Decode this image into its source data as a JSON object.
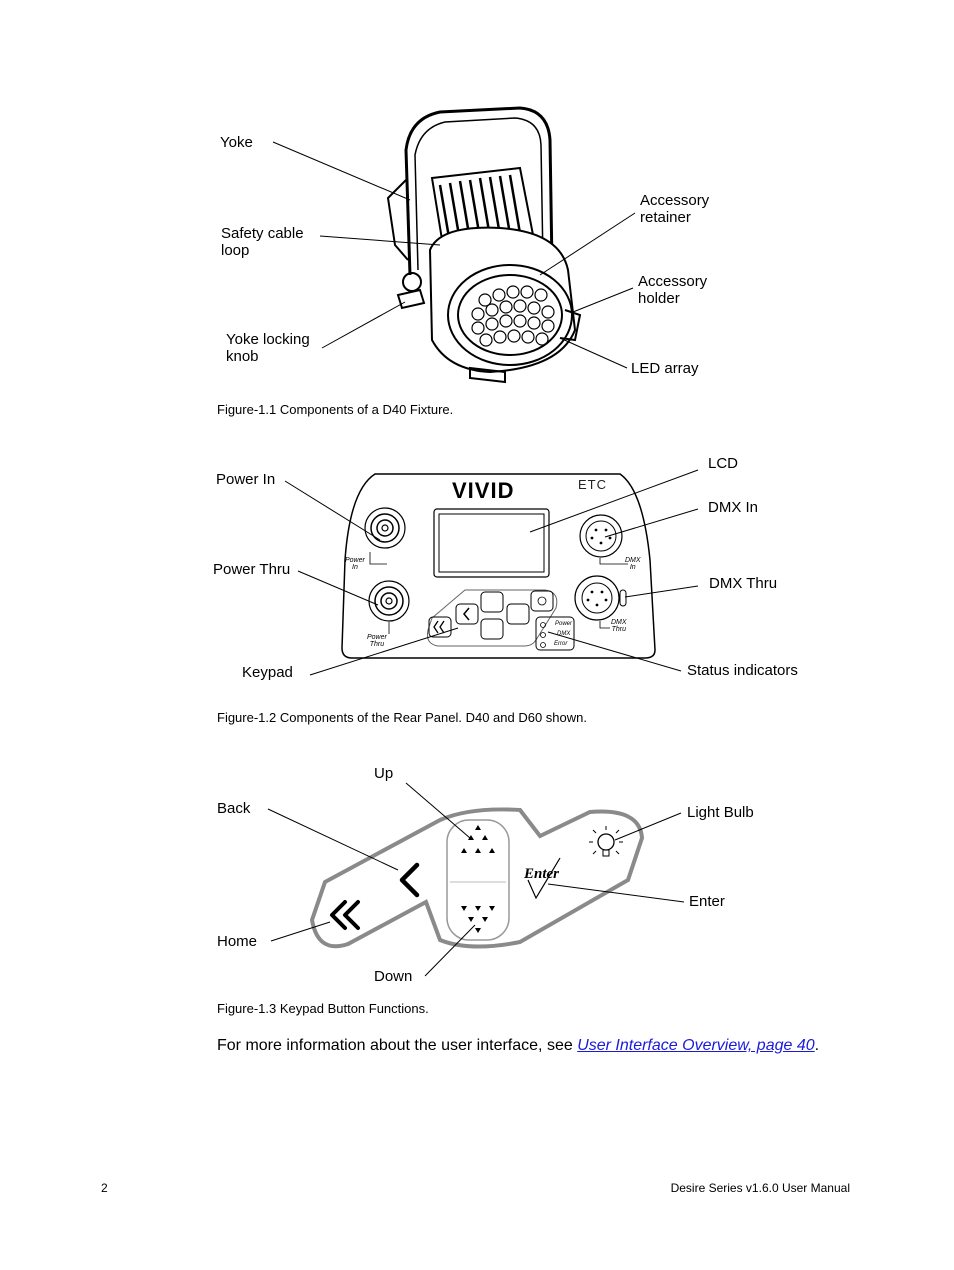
{
  "figure1": {
    "labels": {
      "yoke": "Yoke",
      "safety_cable_loop": "Safety cable\nloop",
      "yoke_locking_knob": "Yoke locking\nknob",
      "accessory_retainer": "Accessory\nretainer",
      "accessory_holder": "Accessory\nholder",
      "led_array": "LED array"
    },
    "caption": "Figure-1.1 Components of a D40 Fixture."
  },
  "figure2": {
    "labels": {
      "power_in": "Power In",
      "power_thru": "Power Thru",
      "keypad": "Keypad",
      "lcd": "LCD",
      "dmx_in": "DMX In",
      "dmx_thru": "DMX Thru",
      "status_indicators": "Status indicators"
    },
    "panel": {
      "brand": "VIVID",
      "logo": "ETC",
      "power_in_tag": "Power\nIn",
      "power_thru_tag": "Power\nThru",
      "dmx_in_tag": "DMX\nIn",
      "dmx_thru_tag": "DMX\nThru",
      "status_power": "Power",
      "status_dmx": "DMX",
      "status_error": "Error"
    },
    "caption": "Figure-1.2 Components of the Rear Panel. D40 and D60 shown."
  },
  "figure3": {
    "labels": {
      "up": "Up",
      "back": "Back",
      "home": "Home",
      "down": "Down",
      "light_bulb": "Light Bulb",
      "enter": "Enter"
    },
    "enter_key_text": "Enter",
    "caption": "Figure-1.3 Keypad Button Functions."
  },
  "paragraph": {
    "text": "For more information about the user interface, see ",
    "link": "User Interface Overview, page 40",
    "end": "."
  },
  "footer": {
    "page_number": "2",
    "manual_title": "Desire Series v1.6.0 User Manual"
  }
}
